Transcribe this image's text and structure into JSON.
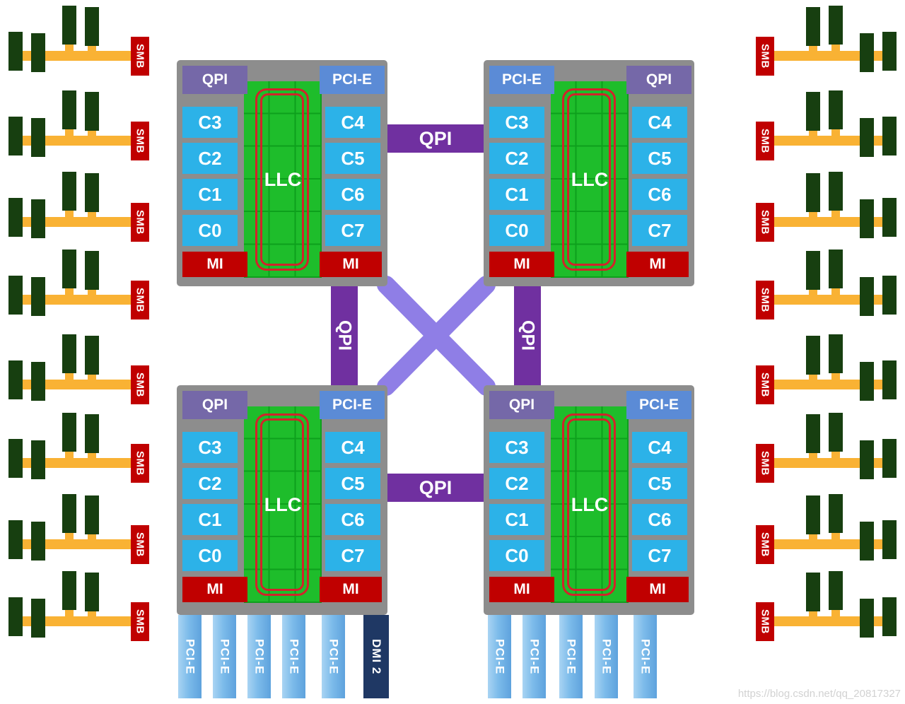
{
  "labels": {
    "qpi": "QPI",
    "pcie": "PCI-E",
    "llc": "LLC",
    "mi": "MI",
    "smb": "SMB",
    "dmi2": "DMI 2"
  },
  "sockets": [
    {
      "id": "top-left",
      "header_left": "QPI",
      "header_right": "PCI-E",
      "left_cores": [
        "C3",
        "C2",
        "C1",
        "C0"
      ],
      "right_cores": [
        "C4",
        "C5",
        "C6",
        "C7"
      ],
      "llc": "LLC",
      "mi_left": "MI",
      "mi_right": "MI"
    },
    {
      "id": "top-right",
      "header_left": "PCI-E",
      "header_right": "QPI",
      "left_cores": [
        "C3",
        "C2",
        "C1",
        "C0"
      ],
      "right_cores": [
        "C4",
        "C5",
        "C6",
        "C7"
      ],
      "llc": "LLC",
      "mi_left": "MI",
      "mi_right": "MI"
    },
    {
      "id": "bottom-left",
      "header_left": "QPI",
      "header_right": "PCI-E",
      "left_cores": [
        "C3",
        "C2",
        "C1",
        "C0"
      ],
      "right_cores": [
        "C4",
        "C5",
        "C6",
        "C7"
      ],
      "llc": "LLC",
      "mi_left": "MI",
      "mi_right": "MI"
    },
    {
      "id": "bottom-right",
      "header_left": "QPI",
      "header_right": "PCI-E",
      "left_cores": [
        "C3",
        "C2",
        "C1",
        "C0"
      ],
      "right_cores": [
        "C4",
        "C5",
        "C6",
        "C7"
      ],
      "llc": "LLC",
      "mi_left": "MI",
      "mi_right": "MI"
    }
  ],
  "qpi_links": {
    "top_horizontal": "QPI",
    "bottom_horizontal": "QPI",
    "left_vertical": "QPI",
    "right_vertical": "QPI"
  },
  "smb_units": {
    "left": [
      "SMB",
      "SMB",
      "SMB",
      "SMB",
      "SMB",
      "SMB",
      "SMB",
      "SMB"
    ],
    "right": [
      "SMB",
      "SMB",
      "SMB",
      "SMB",
      "SMB",
      "SMB",
      "SMB",
      "SMB"
    ]
  },
  "io_lanes": {
    "bottom_left": [
      "PCI-E",
      "PCI-E",
      "PCI-E",
      "PCI-E",
      "PCI-E"
    ],
    "dmi": "DMI 2",
    "bottom_right": [
      "PCI-E",
      "PCI-E",
      "PCI-E",
      "PCI-E",
      "PCI-E"
    ]
  },
  "colors": {
    "socket_gray": "#8d8d8d",
    "core_cyan": "#2cb2e8",
    "llc_green": "#1ebd2b",
    "ring_red": "#d2232a",
    "mi_smb_red": "#c00000",
    "qpi_purple": "#7030a0",
    "qpi_diagonal_purple": "#8f7ee6",
    "qpi_header_purple": "#7568a8",
    "pcie_header_blue": "#5b8bd6",
    "pcie_lane_blue": "#7cbbea",
    "dmi_navy": "#1f3864",
    "memory_trace_orange": "#f9b234",
    "dimm_dark_green": "#173f10"
  },
  "watermark": "https://blog.csdn.net/qq_20817327"
}
